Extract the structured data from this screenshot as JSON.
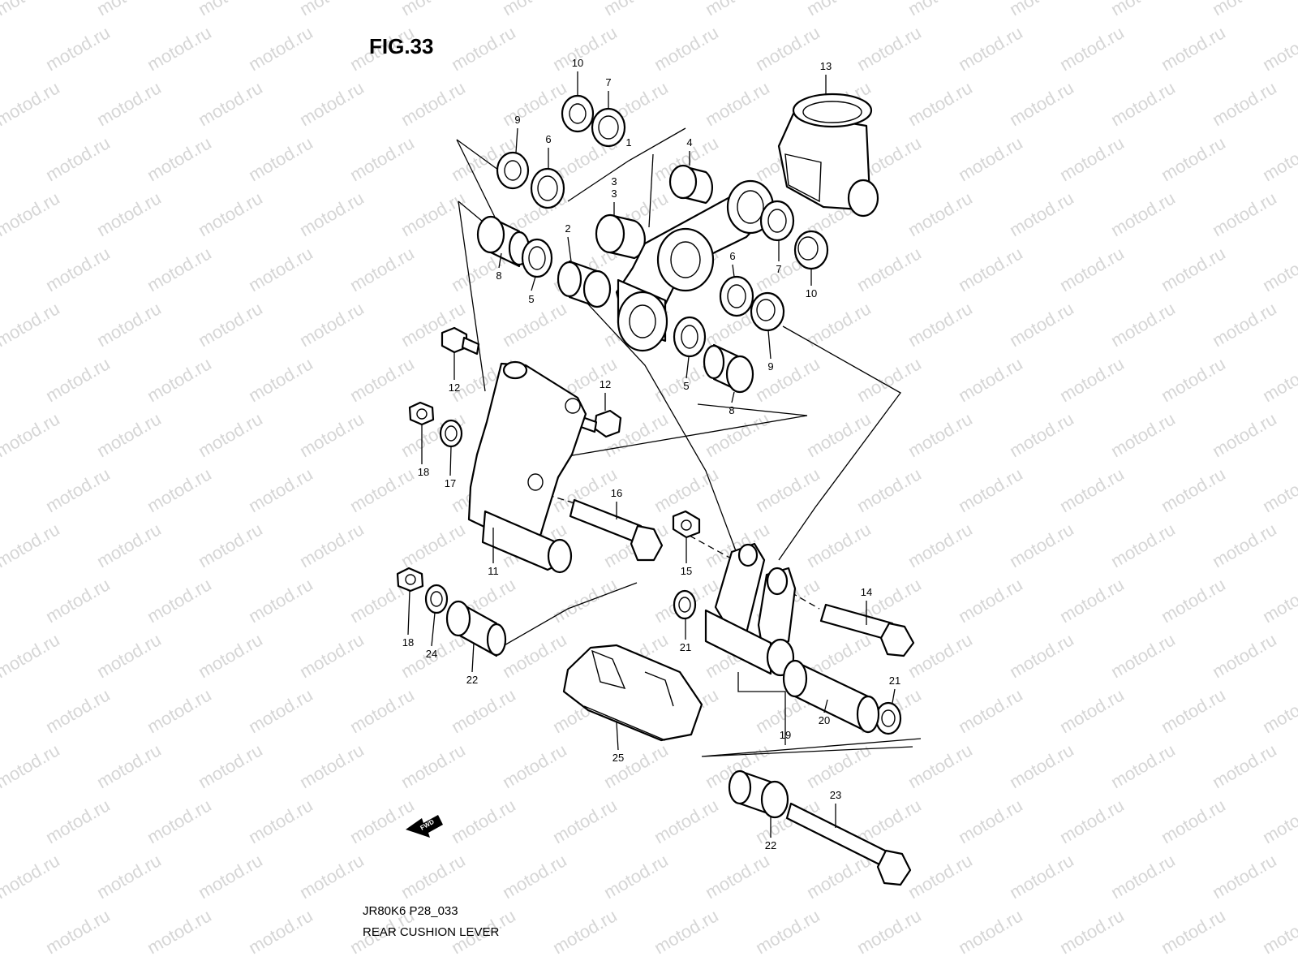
{
  "figure": {
    "title": "FIG.33",
    "code": "JR80K6 P28_033",
    "name": "REAR CUSHION LEVER"
  },
  "watermark": {
    "text": "motod.ru"
  },
  "fwd_arrow": {
    "label": "FWD"
  },
  "callouts": [
    {
      "id": "c10a",
      "label": "10"
    },
    {
      "id": "c7a",
      "label": "7"
    },
    {
      "id": "c13",
      "label": "13"
    },
    {
      "id": "c9a",
      "label": "9"
    },
    {
      "id": "c6a",
      "label": "6"
    },
    {
      "id": "c1",
      "label": "1"
    },
    {
      "id": "c4",
      "label": "4"
    },
    {
      "id": "c3a",
      "label": "3"
    },
    {
      "id": "c3b",
      "label": "3"
    },
    {
      "id": "c2",
      "label": "2"
    },
    {
      "id": "c8a",
      "label": "8"
    },
    {
      "id": "c5a",
      "label": "5"
    },
    {
      "id": "c6b",
      "label": "6"
    },
    {
      "id": "c7b",
      "label": "7"
    },
    {
      "id": "c10b",
      "label": "10"
    },
    {
      "id": "c9b",
      "label": "9"
    },
    {
      "id": "c5b",
      "label": "5"
    },
    {
      "id": "c8b",
      "label": "8"
    },
    {
      "id": "c12a",
      "label": "12"
    },
    {
      "id": "c12b",
      "label": "12"
    },
    {
      "id": "c18a",
      "label": "18"
    },
    {
      "id": "c17",
      "label": "17"
    },
    {
      "id": "c16",
      "label": "16"
    },
    {
      "id": "c11",
      "label": "11"
    },
    {
      "id": "c15",
      "label": "15"
    },
    {
      "id": "c14",
      "label": "14"
    },
    {
      "id": "c18b",
      "label": "18"
    },
    {
      "id": "c24",
      "label": "24"
    },
    {
      "id": "c22a",
      "label": "22"
    },
    {
      "id": "c21a",
      "label": "21"
    },
    {
      "id": "c21b",
      "label": "21"
    },
    {
      "id": "c20",
      "label": "20"
    },
    {
      "id": "c19",
      "label": "19"
    },
    {
      "id": "c25",
      "label": "25"
    },
    {
      "id": "c23",
      "label": "23"
    },
    {
      "id": "c22b",
      "label": "22"
    }
  ]
}
